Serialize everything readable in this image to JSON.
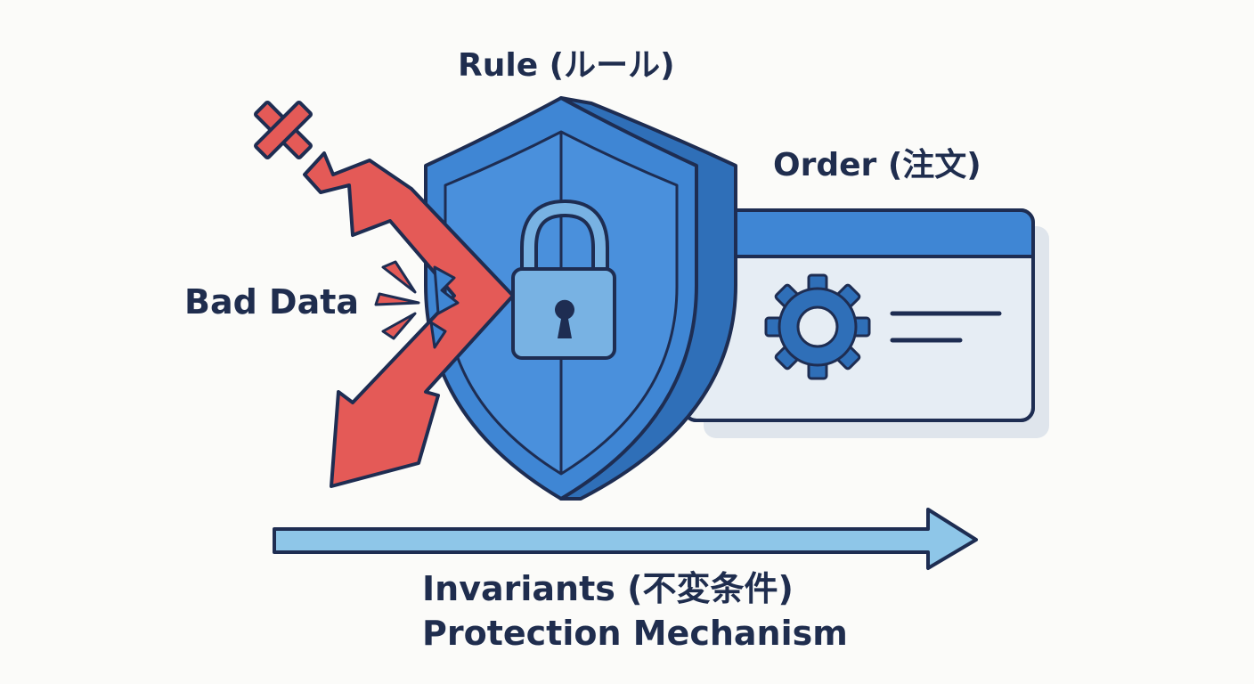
{
  "labels": {
    "rule": "Rule (ルール)",
    "order": "Order (注文)",
    "bad_data": "Bad Data",
    "invariants": "Invariants (不変条件)",
    "mechanism": "Protection Mechanism"
  },
  "colors": {
    "outline": "#1e2d52",
    "shield_blue": "#3f86d4",
    "shield_dark": "#2f6fb8",
    "window_header": "#3f86d4",
    "window_body": "#e6edf4",
    "lock_fill": "#78b2e3",
    "bad_red": "#e45a57",
    "process_arrow": "#8ec6e8",
    "text": "#1f2d4e"
  },
  "icons": {
    "shield": "shield-icon",
    "lock": "padlock-icon",
    "gear": "gear-icon",
    "reject": "x-mark-icon",
    "bad_path": "zigzag-arrow-icon",
    "impact": "impact-burst-icon",
    "flow": "right-arrow-icon"
  }
}
